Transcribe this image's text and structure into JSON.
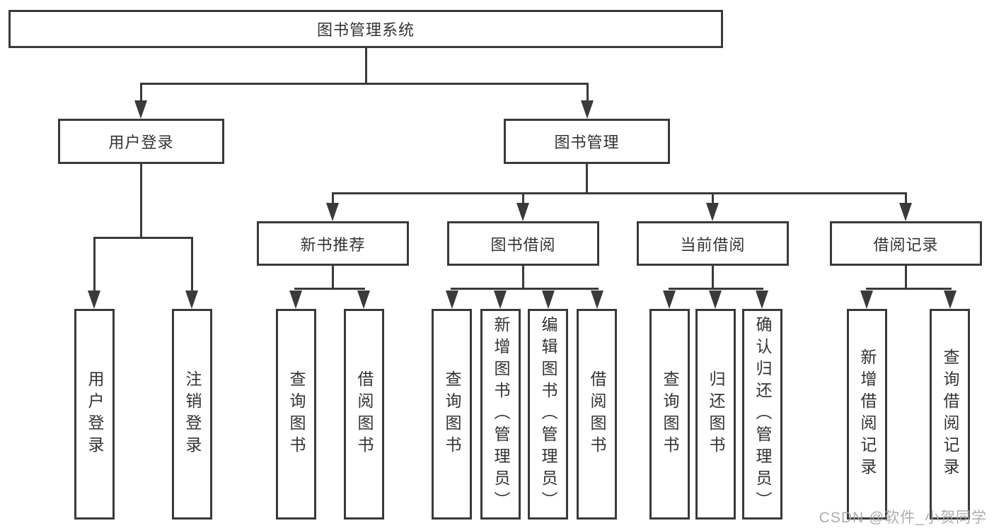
{
  "tree": {
    "label": "图书管理系统",
    "children": [
      {
        "label": "用户登录",
        "children": [
          {
            "label": "用户登录"
          },
          {
            "label": "注销登录"
          }
        ]
      },
      {
        "label": "图书管理",
        "children": [
          {
            "label": "新书推荐",
            "children": [
              {
                "label": "查询图书"
              },
              {
                "label": "借阅图书"
              }
            ]
          },
          {
            "label": "图书借阅",
            "children": [
              {
                "label": "查询图书"
              },
              {
                "label": "新增图书（管理员）"
              },
              {
                "label": "编辑图书（管理员）"
              },
              {
                "label": "借阅图书"
              }
            ]
          },
          {
            "label": "当前借阅",
            "children": [
              {
                "label": "查询图书"
              },
              {
                "label": "归还图书"
              },
              {
                "label": "确认归还（管理员）"
              }
            ]
          },
          {
            "label": "借阅记录",
            "children": [
              {
                "label": "新增借阅记录"
              },
              {
                "label": "查询借阅记录"
              }
            ]
          }
        ]
      }
    ]
  },
  "watermark": {
    "text": "CSDN @软件_小贺同学"
  },
  "colors": {
    "line": "#3a3a3a",
    "text": "#333333",
    "watermark": "#a4a4a4",
    "background": "#ffffff"
  }
}
